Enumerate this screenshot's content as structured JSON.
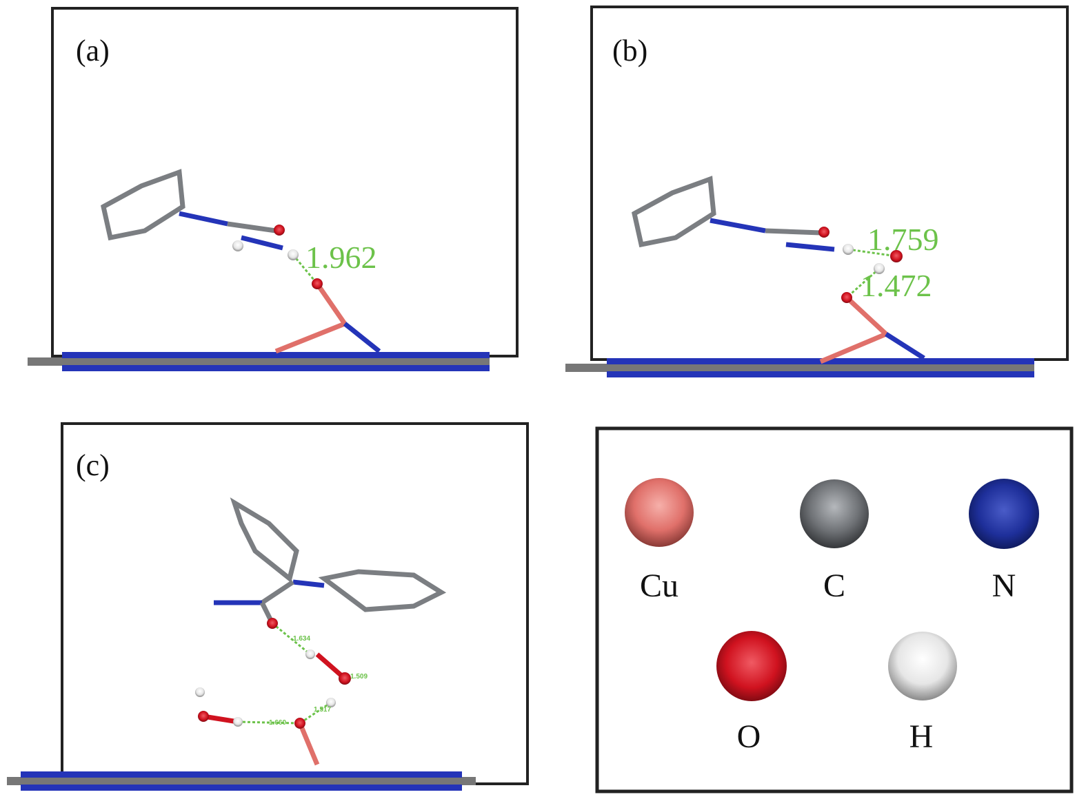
{
  "panels": [
    {
      "label": "(a)",
      "distances": [
        "1.962"
      ]
    },
    {
      "label": "(b)",
      "distances": [
        "1.759",
        "1.472"
      ]
    },
    {
      "label": "(c)",
      "distances": [
        "1.634",
        "1.509",
        "1.517",
        "1.660"
      ]
    }
  ],
  "legend": {
    "items": [
      {
        "symbol": "Cu",
        "color": "#e0706a"
      },
      {
        "symbol": "C",
        "color": "#6e7175"
      },
      {
        "symbol": "N",
        "color": "#1e2f9a"
      },
      {
        "symbol": "O",
        "color": "#d0121f"
      },
      {
        "symbol": "H",
        "color": "#f0f0f0"
      }
    ]
  }
}
